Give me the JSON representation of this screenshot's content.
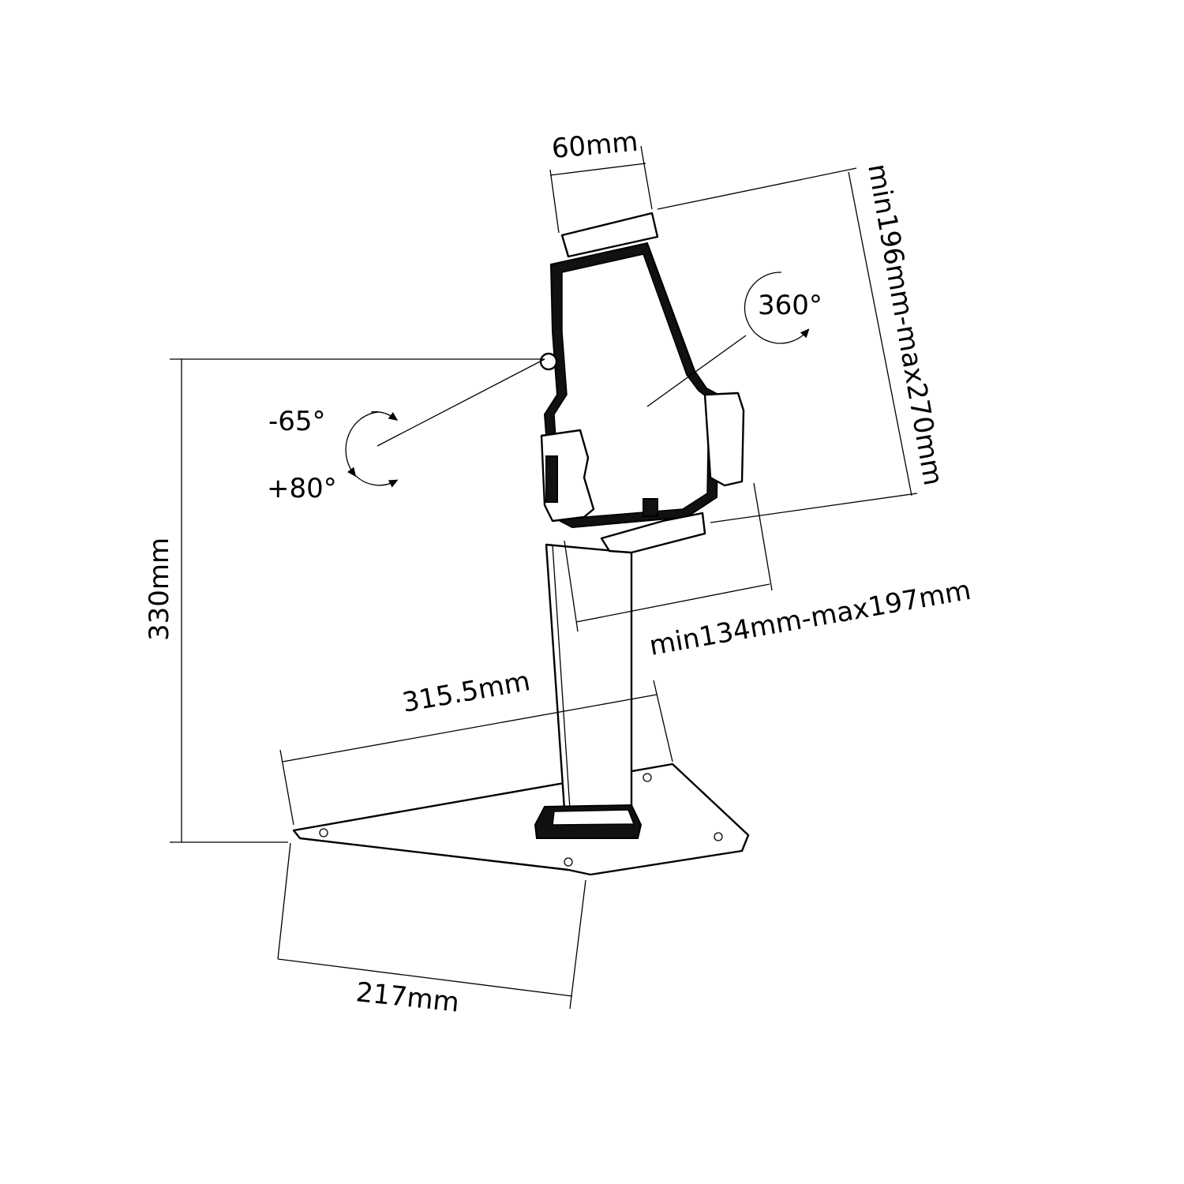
{
  "dimensions": {
    "clamp_depth": "60mm",
    "holder_height_range": "min196mm-max270mm",
    "holder_width_range": "min134mm-max197mm",
    "total_height": "330mm",
    "base_length": "315.5mm",
    "base_width": "217mm"
  },
  "rotation": {
    "swivel": "360°",
    "tilt_up": "-65°",
    "tilt_down": "+80°"
  }
}
